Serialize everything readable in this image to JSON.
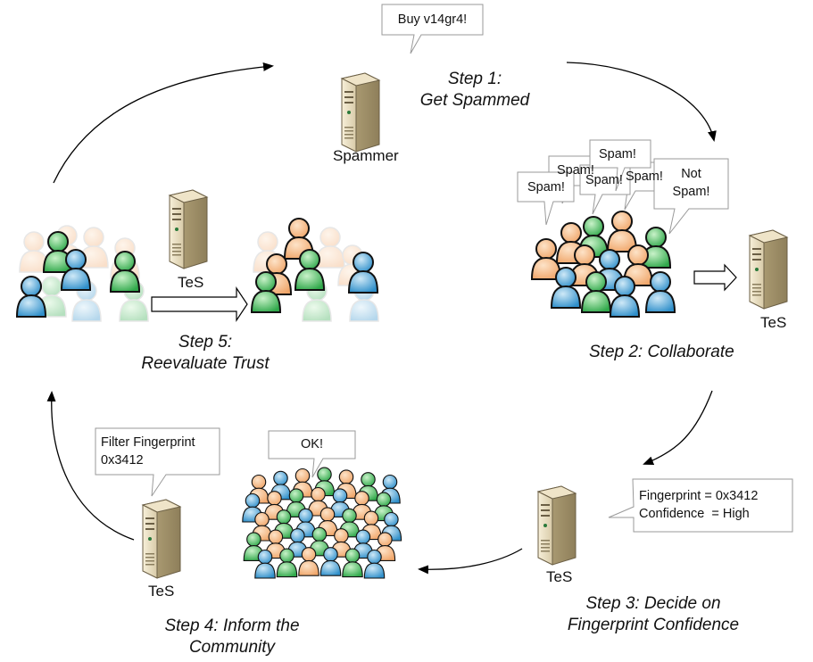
{
  "labels": {
    "spammer": "Spammer",
    "tes_step2": "TeS",
    "tes_step3": "TeS",
    "tes_step4": "TeS",
    "tes_step5": "TeS"
  },
  "steps": {
    "step1_line1": "Step 1:",
    "step1_line2": "Get Spammed",
    "step2": "Step 2: Collaborate",
    "step3_line1": "Step 3: Decide on",
    "step3_line2": "Fingerprint Confidence",
    "step4_line1": "Step 4: Inform the",
    "step4_line2": "Community",
    "step5_line1": "Step 5:",
    "step5_line2": "Reevaluate Trust"
  },
  "bubbles": {
    "spammer_msg": "Buy v14gr4!",
    "spam_front": "Spam!",
    "spam_top": "Spam!",
    "spam_behind_1": "Spam!",
    "spam_behind_2": "Spam!",
    "spam_behind_3": "Spam!",
    "not_spam_line1": "Not",
    "not_spam_line2": "Spam!",
    "fingerprint_line1": "Fingerprint = 0x3412",
    "fingerprint_line2": "Confidence  = High",
    "filter_line1": "Filter Fingerprint",
    "filter_line2": "0x3412",
    "ok": "OK!"
  }
}
